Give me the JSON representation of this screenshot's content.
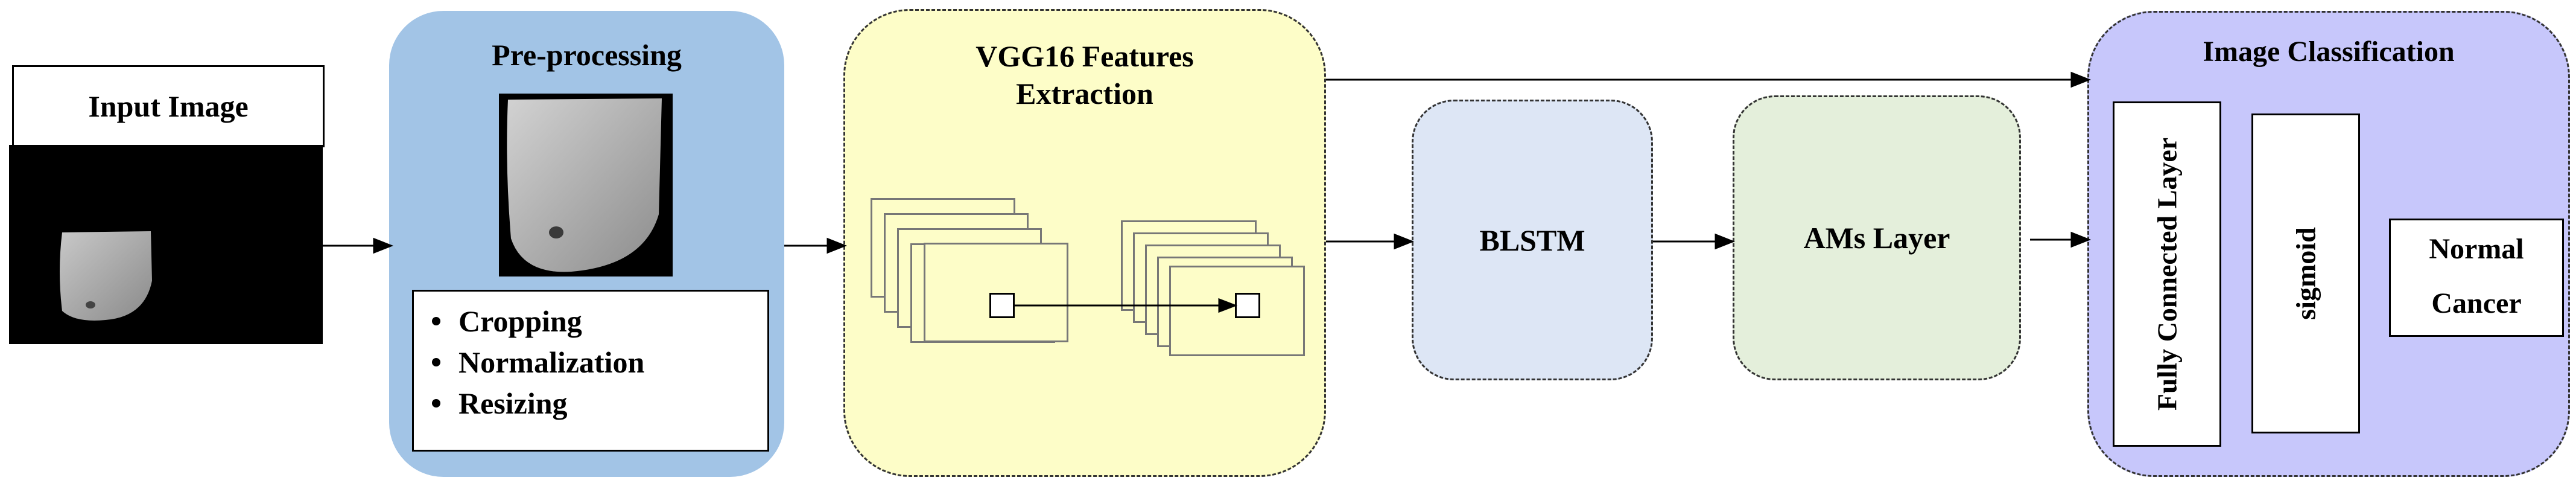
{
  "input": {
    "title": "Input Image"
  },
  "preprocessing": {
    "title": "Pre-processing",
    "steps": [
      "Cropping",
      "Normalization",
      "Resizing"
    ]
  },
  "vgg16": {
    "title_line1": "VGG16 Features",
    "title_line2": "Extraction"
  },
  "blstm": {
    "label": "BLSTM"
  },
  "ams": {
    "label": "AMs Layer"
  },
  "classification": {
    "title": "Image Classification",
    "fc_label": "Fully Connected Layer",
    "sigmoid_label": "sigmoid",
    "outputs": [
      "Normal",
      "Cancer"
    ]
  },
  "colors": {
    "preprocessing_panel": "#a2c4e6",
    "vgg_panel": "#fdfdc8",
    "blstm_box": "#dde6f5",
    "ams_box": "#e4efdb",
    "classification_panel": "#c7c7fb"
  }
}
